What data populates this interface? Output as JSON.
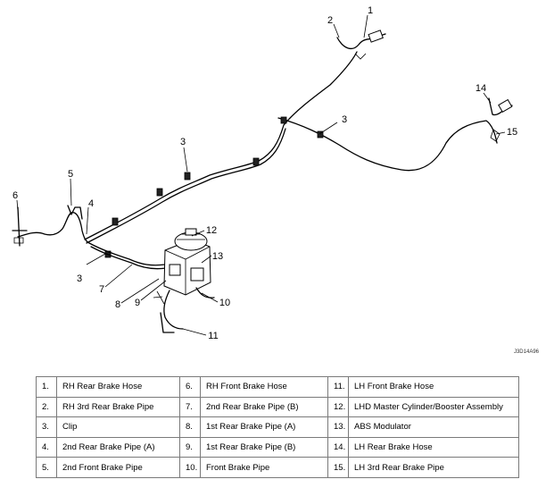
{
  "diagram": {
    "callouts": [
      "1",
      "2",
      "3",
      "3",
      "3",
      "4",
      "5",
      "6",
      "7",
      "8",
      "9",
      "10",
      "11",
      "12",
      "13",
      "14",
      "15"
    ],
    "drawing_code": "J3D14A96"
  },
  "legend": {
    "rows": [
      [
        {
          "num": "1.",
          "name": "RH Rear Brake Hose"
        },
        {
          "num": "6.",
          "name": "RH Front Brake Hose"
        },
        {
          "num": "11.",
          "name": "LH Front Brake Hose"
        }
      ],
      [
        {
          "num": "2.",
          "name": "RH 3rd Rear Brake Pipe"
        },
        {
          "num": "7.",
          "name": "2nd Rear Brake Pipe (B)"
        },
        {
          "num": "12.",
          "name": "LHD Master Cylinder/Booster Assembly"
        }
      ],
      [
        {
          "num": "3.",
          "name": "Clip"
        },
        {
          "num": "8.",
          "name": "1st Rear Brake Pipe (A)"
        },
        {
          "num": "13.",
          "name": "ABS Modulator"
        }
      ],
      [
        {
          "num": "4.",
          "name": "2nd Rear Brake Pipe (A)"
        },
        {
          "num": "9.",
          "name": "1st Rear Brake Pipe (B)"
        },
        {
          "num": "14.",
          "name": "LH Rear Brake Hose"
        }
      ],
      [
        {
          "num": "5.",
          "name": "2nd Front Brake Pipe"
        },
        {
          "num": "10.",
          "name": "Front Brake Pipe"
        },
        {
          "num": "15.",
          "name": "LH 3rd Rear Brake Pipe"
        }
      ]
    ]
  }
}
